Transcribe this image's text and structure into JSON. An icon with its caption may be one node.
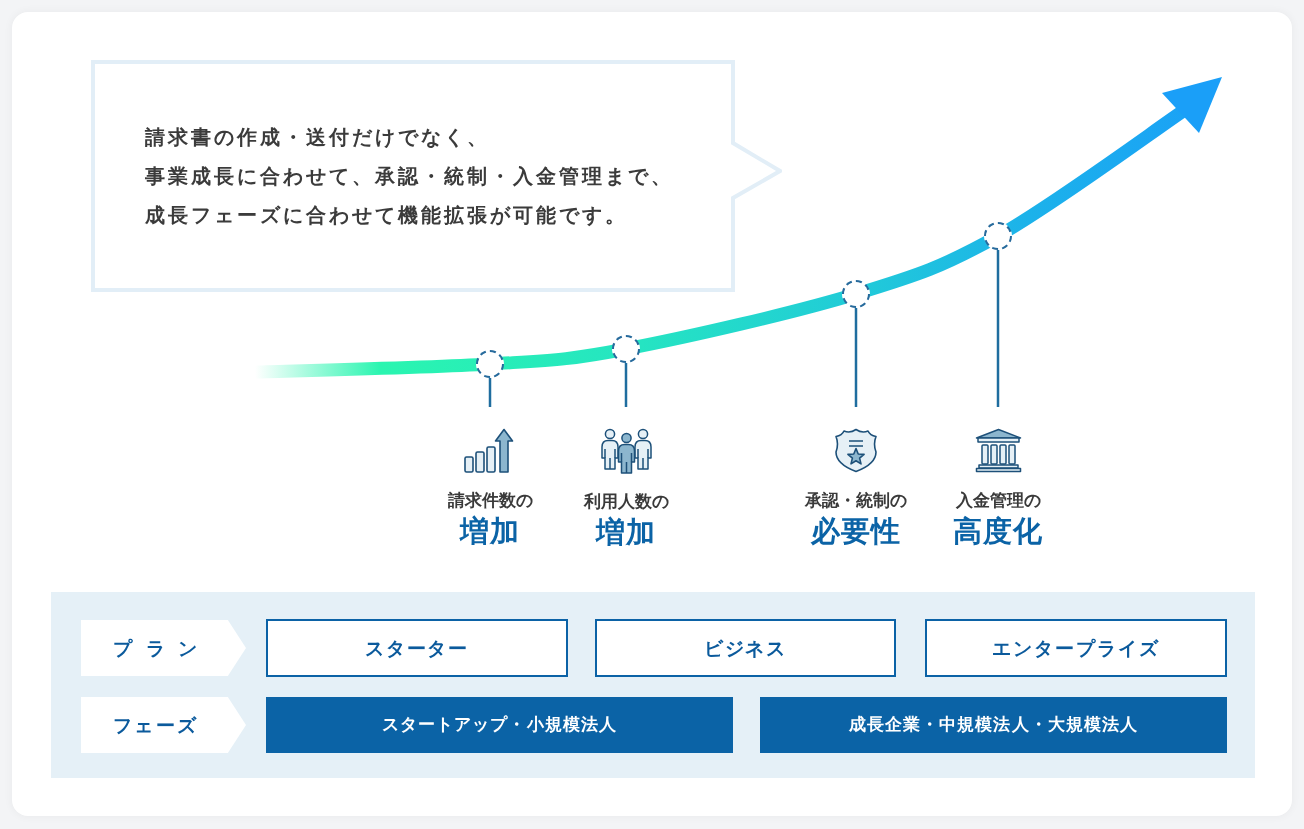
{
  "diagram": {
    "nodes": [
      {
        "text": [
          "請求書の作成・送付だけでなく、事業成長に合わせて、承認・統制・入金管理まで、成長フェーズに合わせて機能拡張が可能です。"
        ]
      },
      {
        "text": [],
        "shape": "circle"
      },
      {
        "text": [],
        "shape": "circle"
      },
      {
        "text": [],
        "shape": "circle"
      },
      {
        "text": [],
        "shape": "circle"
      },
      {
        "text": [
          "請求件数の",
          "増加"
        ]
      },
      {
        "text": [
          "利用人数の",
          "増加"
        ]
      },
      {
        "text": [
          "承認・統制の",
          "必要性"
        ]
      },
      {
        "text": [
          "入金管理の",
          "高度化"
        ]
      },
      {
        "text": [
          "プラン"
        ]
      },
      {
        "text": [
          "スターター"
        ]
      },
      {
        "text": [
          "ビジネス"
        ]
      },
      {
        "text": [
          "エンタープライズ"
        ]
      },
      {
        "text": [
          "フェーズ"
        ]
      },
      {
        "text": [
          "スタートアップ・小規模法人"
        ]
      },
      {
        "text": [
          "成長企業・中規模法人・大規模法人"
        ]
      }
    ],
    "edges": [
      {
        "from": 1,
        "to": 5,
        "arrow": "none"
      },
      {
        "from": 2,
        "to": 6,
        "arrow": "none"
      },
      {
        "from": 3,
        "to": 7,
        "arrow": "none"
      },
      {
        "from": 4,
        "to": 8,
        "arrow": "none"
      }
    ]
  }
}
